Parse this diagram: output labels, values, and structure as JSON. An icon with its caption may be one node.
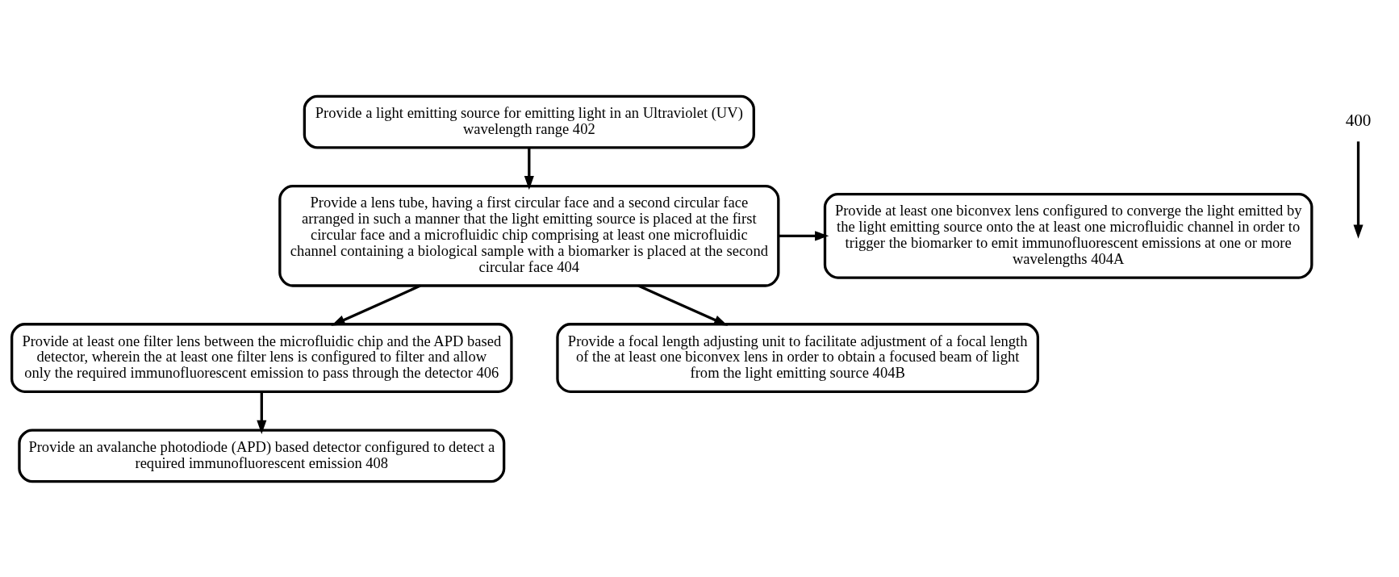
{
  "diagram": {
    "nodes": [
      {
        "text": [
          "Provide a light emitting source for emitting light in an Ultraviolet (UV) wavelength range 402"
        ]
      },
      {
        "text": [
          "Provide a lens tube, having a first circular face and a second circular face arranged in such a manner that the light emitting source is placed at the first circular face and a microfluidic chip comprising at least one microfluidic channel containing a biological sample with a biomarker is placed at the second circular face 404"
        ]
      },
      {
        "text": [
          "Provide at least one filter lens between the microfluidic chip and the APD based detector, wherein the at least one filter lens is configured to filter and allow only the required immunofluorescent emission to pass through the detector 406"
        ]
      },
      {
        "text": [
          "Provide an avalanche photodiode (APD) based detector configured to detect a required immunofluorescent emission 408"
        ]
      },
      {
        "text": [
          "Provide at least one biconvex lens configured to converge the light emitted by the light emitting source onto the at least one microfluidic channel in order to trigger the biomarker to emit immunofluorescent emissions at one or more wavelengths 404A"
        ]
      },
      {
        "text": [
          "Provide a focal length adjusting unit to facilitate adjustment of a focal length of the at least one biconvex lens in order to obtain a focused beam of light from the light emitting source 404B"
        ]
      },
      {
        "text": [
          "400"
        ]
      }
    ],
    "edges": [
      {
        "from": 0,
        "to": 1,
        "arrow": "to"
      },
      {
        "from": 1,
        "to": 2,
        "arrow": "to"
      },
      {
        "from": 2,
        "to": 3,
        "arrow": "to"
      },
      {
        "from": 1,
        "to": 4,
        "arrow": "to"
      },
      {
        "from": 1,
        "to": 5,
        "arrow": "to"
      },
      {
        "from": 6,
        "to": null,
        "arrow": "to"
      }
    ]
  }
}
